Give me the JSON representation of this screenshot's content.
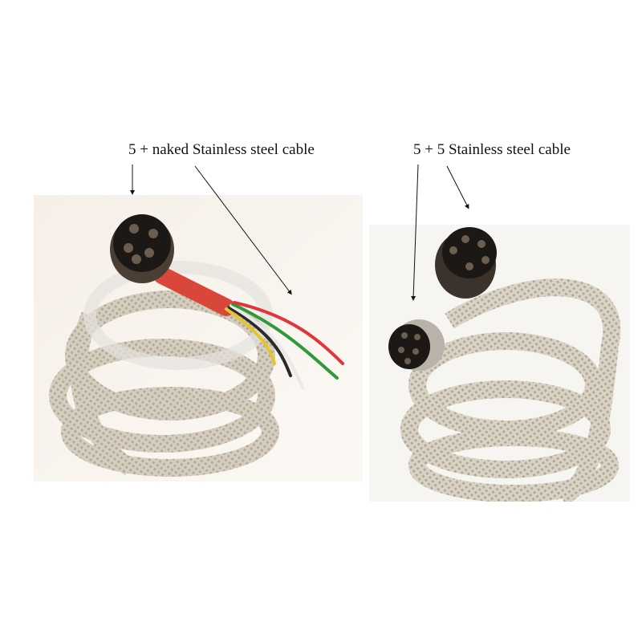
{
  "labels": {
    "left": "5 + naked Stainless steel cable",
    "right": "5 + 5 Stainless steel cable"
  },
  "photos": {
    "left": {
      "subject": "5-pin female connector with braided stainless steel cable and naked wire ends",
      "wire_colors": [
        "#d8c23a",
        "#2a2a2a",
        "#ffffff",
        "#2f9a3a",
        "#e0363a"
      ]
    },
    "right": {
      "subject": "two 5-pin female connectors on braided stainless steel cable"
    }
  },
  "colors": {
    "background": "#ffffff",
    "text": "#111111",
    "braid": "#c9c2b2",
    "connector": "#1c1815",
    "sleeve": "#d9463a"
  }
}
